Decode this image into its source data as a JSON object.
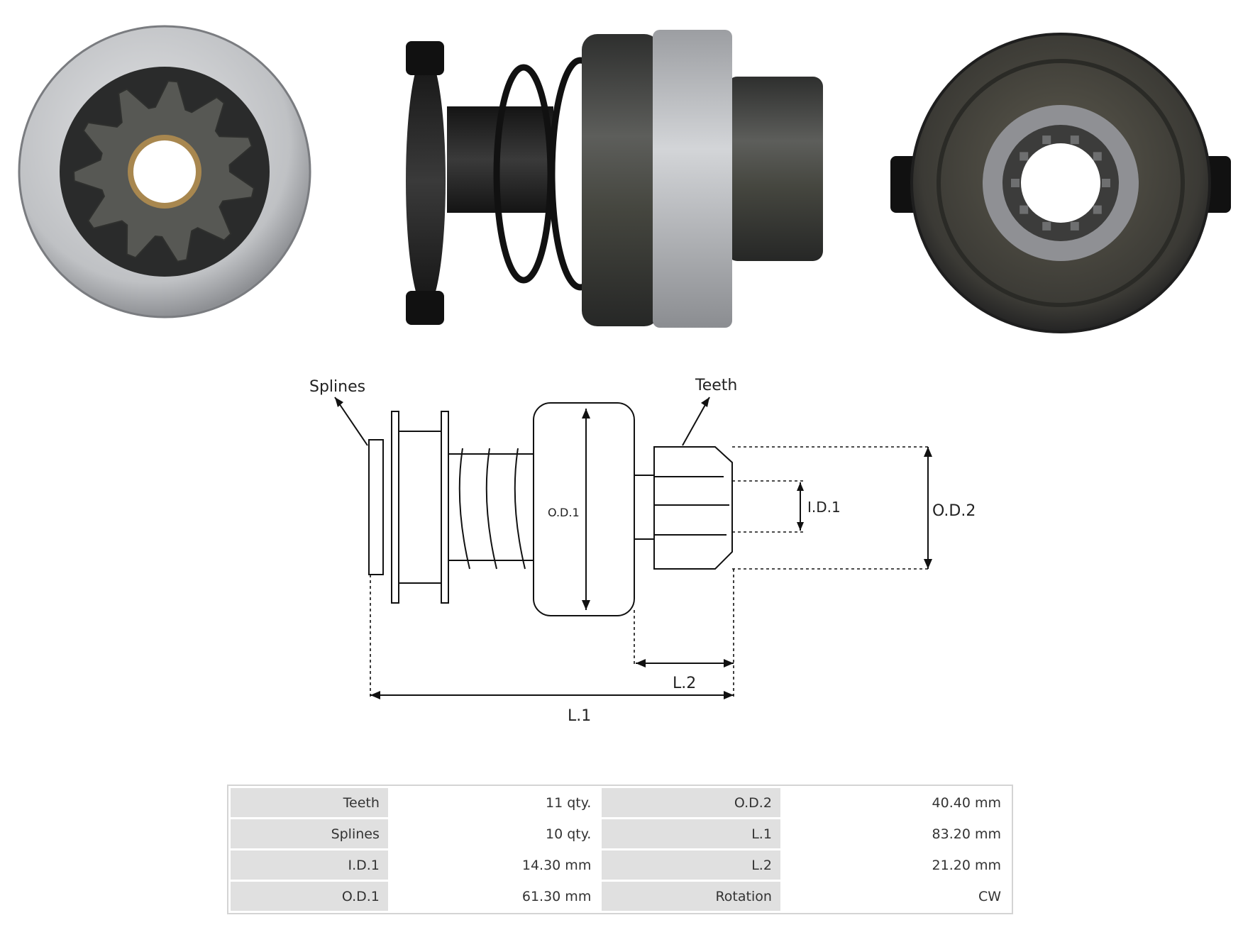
{
  "colors": {
    "steel_light": "#c7c8ca",
    "steel_dark": "#3f403f",
    "table_header_bg": "#e0e0e0",
    "table_border": "#d4d4d4",
    "line": "#111111"
  },
  "diagram": {
    "labels": {
      "splines": "Splines",
      "teeth": "Teeth",
      "od1": "O.D.1",
      "id1": "I.D.1",
      "od2": "O.D.2",
      "l1": "L.1",
      "l2": "L.2"
    }
  },
  "specs": {
    "rows": [
      {
        "k1": "Teeth",
        "v1": "11 qty.",
        "k2": "O.D.2",
        "v2": "40.40 mm"
      },
      {
        "k1": "Splines",
        "v1": "10 qty.",
        "k2": "L.1",
        "v2": "83.20 mm"
      },
      {
        "k1": "I.D.1",
        "v1": "14.30 mm",
        "k2": "L.2",
        "v2": "21.20 mm"
      },
      {
        "k1": "O.D.1",
        "v1": "61.30 mm",
        "k2": "Rotation",
        "v2": "CW"
      }
    ]
  }
}
